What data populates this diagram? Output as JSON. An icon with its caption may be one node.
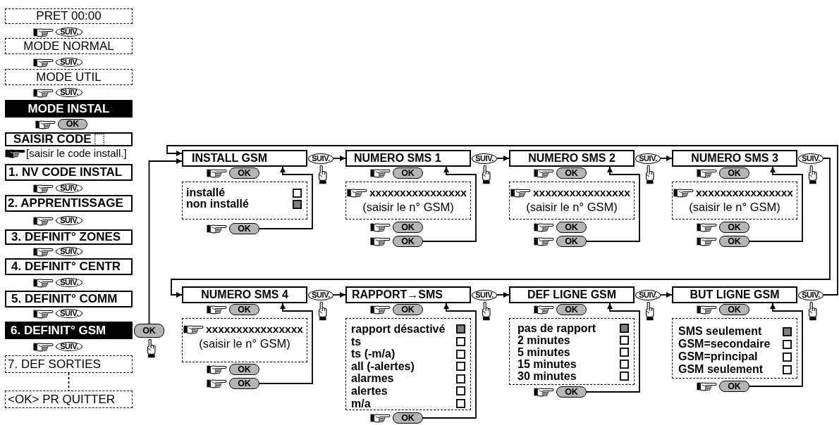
{
  "diagram": {
    "nodes": [
      {
        "text": [
          "PRET 00:00"
        ]
      },
      {
        "text": [
          "SUIV."
        ]
      },
      {
        "text": [
          "MODE NORMAL"
        ]
      },
      {
        "text": [
          "SUIV."
        ]
      },
      {
        "text": [
          "MODE UTIL"
        ]
      },
      {
        "text": [
          "SUIV."
        ]
      },
      {
        "text": [
          "MODE INSTAL"
        ]
      },
      {
        "text": [
          "OK"
        ]
      },
      {
        "text": [
          "SAISIR CODE"
        ],
        "beside": [
          "[saisir le code install.]"
        ]
      },
      {
        "text": [
          "1. NV CODE INSTAL"
        ]
      },
      {
        "text": [
          "SUIV."
        ]
      },
      {
        "text": [
          "2. APPRENTISSAGE"
        ]
      },
      {
        "text": [
          "SUIV."
        ]
      },
      {
        "text": [
          "3. DEFINIT° ZONES"
        ]
      },
      {
        "text": [
          "SUIV."
        ]
      },
      {
        "text": [
          "4. DEFINIT° CENTR"
        ]
      },
      {
        "text": [
          "SUIV."
        ]
      },
      {
        "text": [
          "5. DEFINIT° COMM"
        ]
      },
      {
        "text": [
          "SUIV."
        ]
      },
      {
        "text": [
          "6. DEFINIT° GSM"
        ]
      },
      {
        "text": [
          "OK"
        ]
      },
      {
        "text": [
          "SUIV."
        ]
      },
      {
        "text": [
          "7. DEF SORTIES"
        ]
      },
      {
        "text": [
          "<OK> PR QUITTER"
        ]
      },
      {
        "text": [
          "INSTALL GSM"
        ]
      },
      {
        "text": [
          "SUIV."
        ]
      },
      {
        "text": [
          "OK"
        ]
      },
      {
        "text": [
          "installé",
          "non installé"
        ]
      },
      {
        "text": [
          "OK"
        ]
      },
      {
        "text": [
          "NUMERO SMS 1"
        ]
      },
      {
        "text": [
          "SUIV."
        ]
      },
      {
        "text": [
          "OK"
        ]
      },
      {
        "text": [
          "xxxxxxxxxxxxxxxx",
          "(saisir le n° GSM)"
        ]
      },
      {
        "text": [
          "OK"
        ]
      },
      {
        "text": [
          "OK"
        ]
      },
      {
        "text": [
          "NUMERO SMS 2"
        ]
      },
      {
        "text": [
          "SUIV."
        ]
      },
      {
        "text": [
          "OK"
        ]
      },
      {
        "text": [
          "xxxxxxxxxxxxxxxx",
          "(saisir le n° GSM)"
        ]
      },
      {
        "text": [
          "OK"
        ]
      },
      {
        "text": [
          "OK"
        ]
      },
      {
        "text": [
          "NUMERO SMS 3"
        ]
      },
      {
        "text": [
          "SUIV."
        ]
      },
      {
        "text": [
          "OK"
        ]
      },
      {
        "text": [
          "xxxxxxxxxxxxxxxx",
          "(saisir le n° GSM)"
        ]
      },
      {
        "text": [
          "OK"
        ]
      },
      {
        "text": [
          "OK"
        ]
      },
      {
        "text": [
          "NUMERO SMS 4"
        ]
      },
      {
        "text": [
          "SUIV."
        ]
      },
      {
        "text": [
          "OK"
        ]
      },
      {
        "text": [
          "xxxxxxxxxxxxxxxx",
          "(saisir le n° GSM)"
        ]
      },
      {
        "text": [
          "OK"
        ]
      },
      {
        "text": [
          "OK"
        ]
      },
      {
        "text": [
          "RAPPORT→SMS"
        ]
      },
      {
        "text": [
          "SUIV."
        ]
      },
      {
        "text": [
          "OK"
        ]
      },
      {
        "text": [
          "rapport désactivé",
          "ts",
          "ts (-m/a)",
          "all (-alertes)",
          "alarmes",
          "alertes",
          "m/a"
        ]
      },
      {
        "text": [
          "OK"
        ]
      },
      {
        "text": [
          "DEF LIGNE GSM"
        ]
      },
      {
        "text": [
          "SUIV."
        ]
      },
      {
        "text": [
          "OK"
        ]
      },
      {
        "text": [
          "pas de rapport",
          "2 minutes",
          "5 minutes",
          "15 minutes",
          "30 minutes"
        ]
      },
      {
        "text": [
          "OK"
        ]
      },
      {
        "text": [
          "BUT LIGNE GSM"
        ]
      },
      {
        "text": [
          "SUIV."
        ]
      },
      {
        "text": [
          "OK"
        ]
      },
      {
        "text": [
          "SMS seulement",
          "GSM=secondaire",
          "GSM=principal",
          "GSM seulement"
        ]
      },
      {
        "text": [
          "OK"
        ]
      }
    ],
    "edges": [
      {
        "from": 20,
        "to": 24,
        "arrow": "to"
      },
      {
        "from": 22,
        "to": 23,
        "arrow": "none",
        "style": "dashed"
      },
      {
        "from": 25,
        "to": 29,
        "arrow": "to"
      },
      {
        "from": 28,
        "to": 24,
        "arrow": "to"
      },
      {
        "from": 30,
        "to": 35,
        "arrow": "to"
      },
      {
        "from": 34,
        "to": 29,
        "arrow": "to"
      },
      {
        "from": 36,
        "to": 41,
        "arrow": "to"
      },
      {
        "from": 40,
        "to": 35,
        "arrow": "to"
      },
      {
        "from": 42,
        "to": 47,
        "arrow": "to"
      },
      {
        "from": 46,
        "to": 41,
        "arrow": "to"
      },
      {
        "from": 48,
        "to": 53,
        "arrow": "to"
      },
      {
        "from": 52,
        "to": 47,
        "arrow": "to"
      },
      {
        "from": 54,
        "to": 58,
        "arrow": "to"
      },
      {
        "from": 57,
        "to": 53,
        "arrow": "to"
      },
      {
        "from": 59,
        "to": 63,
        "arrow": "to"
      },
      {
        "from": 62,
        "to": 58,
        "arrow": "to"
      },
      {
        "from": 64,
        "to": 24,
        "arrow": "to"
      },
      {
        "from": 67,
        "to": 63,
        "arrow": "to"
      }
    ]
  }
}
